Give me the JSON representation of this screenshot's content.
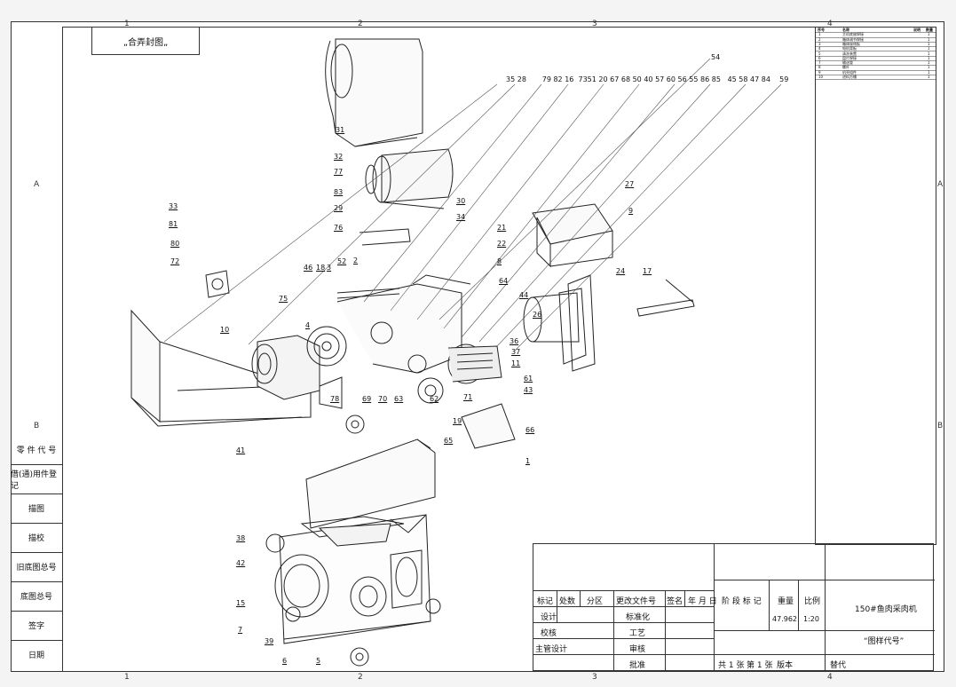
{
  "sheet": {
    "column_marks": [
      "1",
      "2",
      "3",
      "4"
    ],
    "row_marks": [
      "A",
      "B"
    ],
    "top_note": "„合弄封图„"
  },
  "left_column": [
    "零 件 代 号",
    "借(通)用件登记",
    "描图",
    "描校",
    "旧底图总号",
    "底图总号",
    "签字",
    "日期"
  ],
  "callouts": {
    "top_group": [
      "35",
      "28",
      "79",
      "82",
      "16",
      "7351",
      "20",
      "67",
      "68",
      "50",
      "40",
      "57",
      "60",
      "56",
      "55",
      "86",
      "85",
      "45",
      "58",
      "47",
      "84",
      "59",
      "54"
    ],
    "others": [
      "31",
      "32",
      "77",
      "83",
      "29",
      "76",
      "30",
      "34",
      "33",
      "81",
      "80",
      "72",
      "46",
      "3",
      "52",
      "2",
      "21",
      "22",
      "8",
      "64",
      "27",
      "9",
      "24",
      "17",
      "75",
      "4",
      "18",
      "10",
      "44",
      "26",
      "36",
      "37",
      "11",
      "61",
      "43",
      "71",
      "78",
      "69",
      "70",
      "63",
      "62",
      "66",
      "65",
      "19",
      "1",
      "41",
      "38",
      "42",
      "15",
      "7",
      "39",
      "6",
      "5"
    ]
  },
  "parts_list": {
    "header": [
      "序号",
      "名称",
      "说明",
      "数量"
    ],
    "rows": [
      [
        "1",
        "主机底座焊接",
        "1"
      ],
      [
        "2",
        "箱体调节焊接",
        "1"
      ],
      [
        "3",
        "箱体接线板",
        "1"
      ],
      [
        "4",
        "电机背板",
        "1"
      ],
      [
        "5",
        "清洗装置",
        "1"
      ],
      [
        "6",
        "盘片焊接",
        "1"
      ],
      [
        "7",
        "输送管",
        "1"
      ],
      [
        "8",
        "螺杆",
        "1"
      ],
      [
        "9",
        "机壳组件",
        "1"
      ],
      [
        "10",
        "进料方槽",
        "1"
      ]
    ]
  },
  "title_block": {
    "headers": [
      "标记",
      "处数",
      "分区",
      "更改文件号",
      "签名",
      "年 月 日"
    ],
    "roles": [
      "设计",
      "校核",
      "主管设计"
    ],
    "roles_right": [
      "标准化",
      "工艺",
      "审核",
      "批准"
    ],
    "stage_label": "阶 段 标 记",
    "weight_label": "重量",
    "scale_label": "比例",
    "weight": "47.962",
    "scale": "1:20",
    "product_name": "150#鱼肉采肉机",
    "drawing_code": "“图样代号”",
    "sheets": "共 1 张",
    "sheet_no": "第 1 张",
    "version": "版本",
    "replace": "替代"
  }
}
